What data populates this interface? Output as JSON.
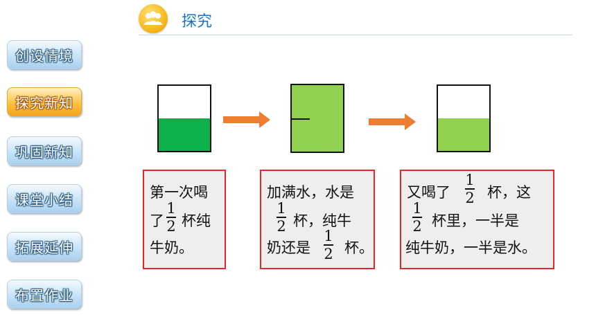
{
  "header": {
    "title": "探究",
    "icon": "people-group-icon"
  },
  "sidebar": {
    "items": [
      {
        "label": "创设情境",
        "active": false
      },
      {
        "label": "探究新知",
        "active": true
      },
      {
        "label": "巩固新知",
        "active": false
      },
      {
        "label": "课堂小结",
        "active": false
      },
      {
        "label": "拓展延伸",
        "active": false
      },
      {
        "label": "布置作业",
        "active": false
      }
    ]
  },
  "cups": [
    {
      "fill_fraction": 0.5,
      "color": "#0cb14b"
    },
    {
      "fill_fraction": 1.0,
      "color": "#92d050",
      "mark_fraction": 0.5
    },
    {
      "fill_fraction": 0.5,
      "color": "#92d050"
    }
  ],
  "arrow_color": "#ed7d31",
  "boxes": {
    "box1": {
      "line1": "第一次喝",
      "line2_pre": "了",
      "line2_post": "杯纯",
      "line3": "牛奶。",
      "frac": {
        "num": "1",
        "den": "2"
      }
    },
    "box2": {
      "line1": "加满水，水是",
      "line2_post": "杯，纯牛",
      "line3_pre": "奶还是",
      "line3_post": "杯。",
      "frac1": {
        "num": "1",
        "den": "2"
      },
      "frac2": {
        "num": "1",
        "den": "2"
      }
    },
    "box3": {
      "line1_pre": "又喝了",
      "line1_post": "杯，这",
      "line2_post": "杯里，一半是",
      "line3": "纯牛奶，一半是水。",
      "frac1": {
        "num": "1",
        "den": "2"
      },
      "frac2": {
        "num": "1",
        "den": "2"
      }
    }
  }
}
